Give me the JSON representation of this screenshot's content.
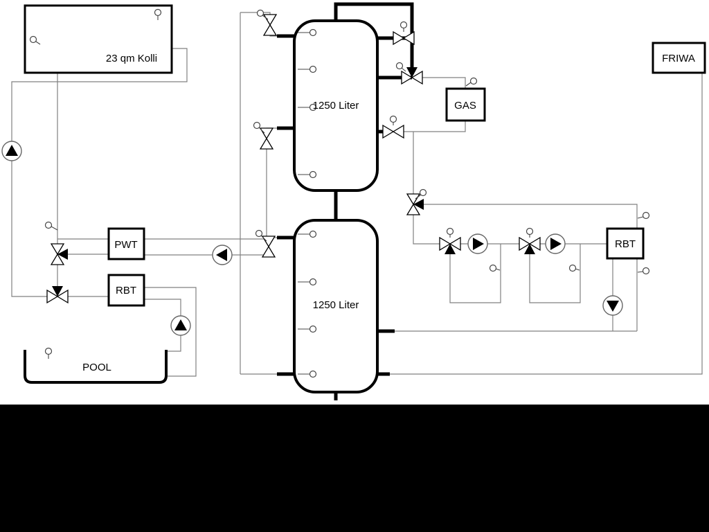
{
  "diagram": {
    "labels": {
      "collector": "23 qm Kolli",
      "tank1": "1250 Liter",
      "tank2": "1250 Liter",
      "pwt": "PWT",
      "rbt_left": "RBT",
      "rbt_right": "RBT",
      "gas": "GAS",
      "friwa": "FRIWA",
      "pool": "POOL"
    },
    "colors": {
      "thin_line": "#808080",
      "thick_pipe": "#000000",
      "background": "#ffffff",
      "bottom_mask": "#000000"
    },
    "icons": {
      "pump": "circle-with-filled-triangle",
      "valve": "bowtie",
      "three_way_valve": "bowtie-with-filled-branch",
      "sensor": "small-circle-with-stem"
    }
  }
}
